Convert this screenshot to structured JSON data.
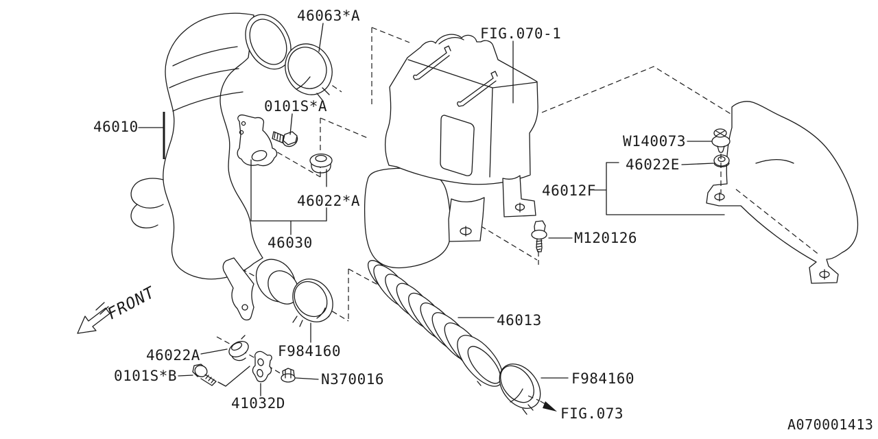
{
  "diagram": {
    "page_code": "A070001413",
    "orientation_label": "FRONT",
    "callouts": {
      "c46063A": "46063*A",
      "fig0701": "FIG.070-1",
      "s0101SA": "0101S*A",
      "c46010": "46010",
      "cW140073": "W140073",
      "c46022E": "46022E",
      "c46022starA": "46022*A",
      "c46012F": "46012F",
      "cM120126": "M120126",
      "c46030": "46030",
      "c46013": "46013",
      "c46022A": "46022A",
      "cF984160L": "F984160",
      "s0101SB": "0101S*B",
      "cN370016": "N370016",
      "c41032D": "41032D",
      "cF984160R": "F984160",
      "fig073": "FIG.073"
    }
  }
}
